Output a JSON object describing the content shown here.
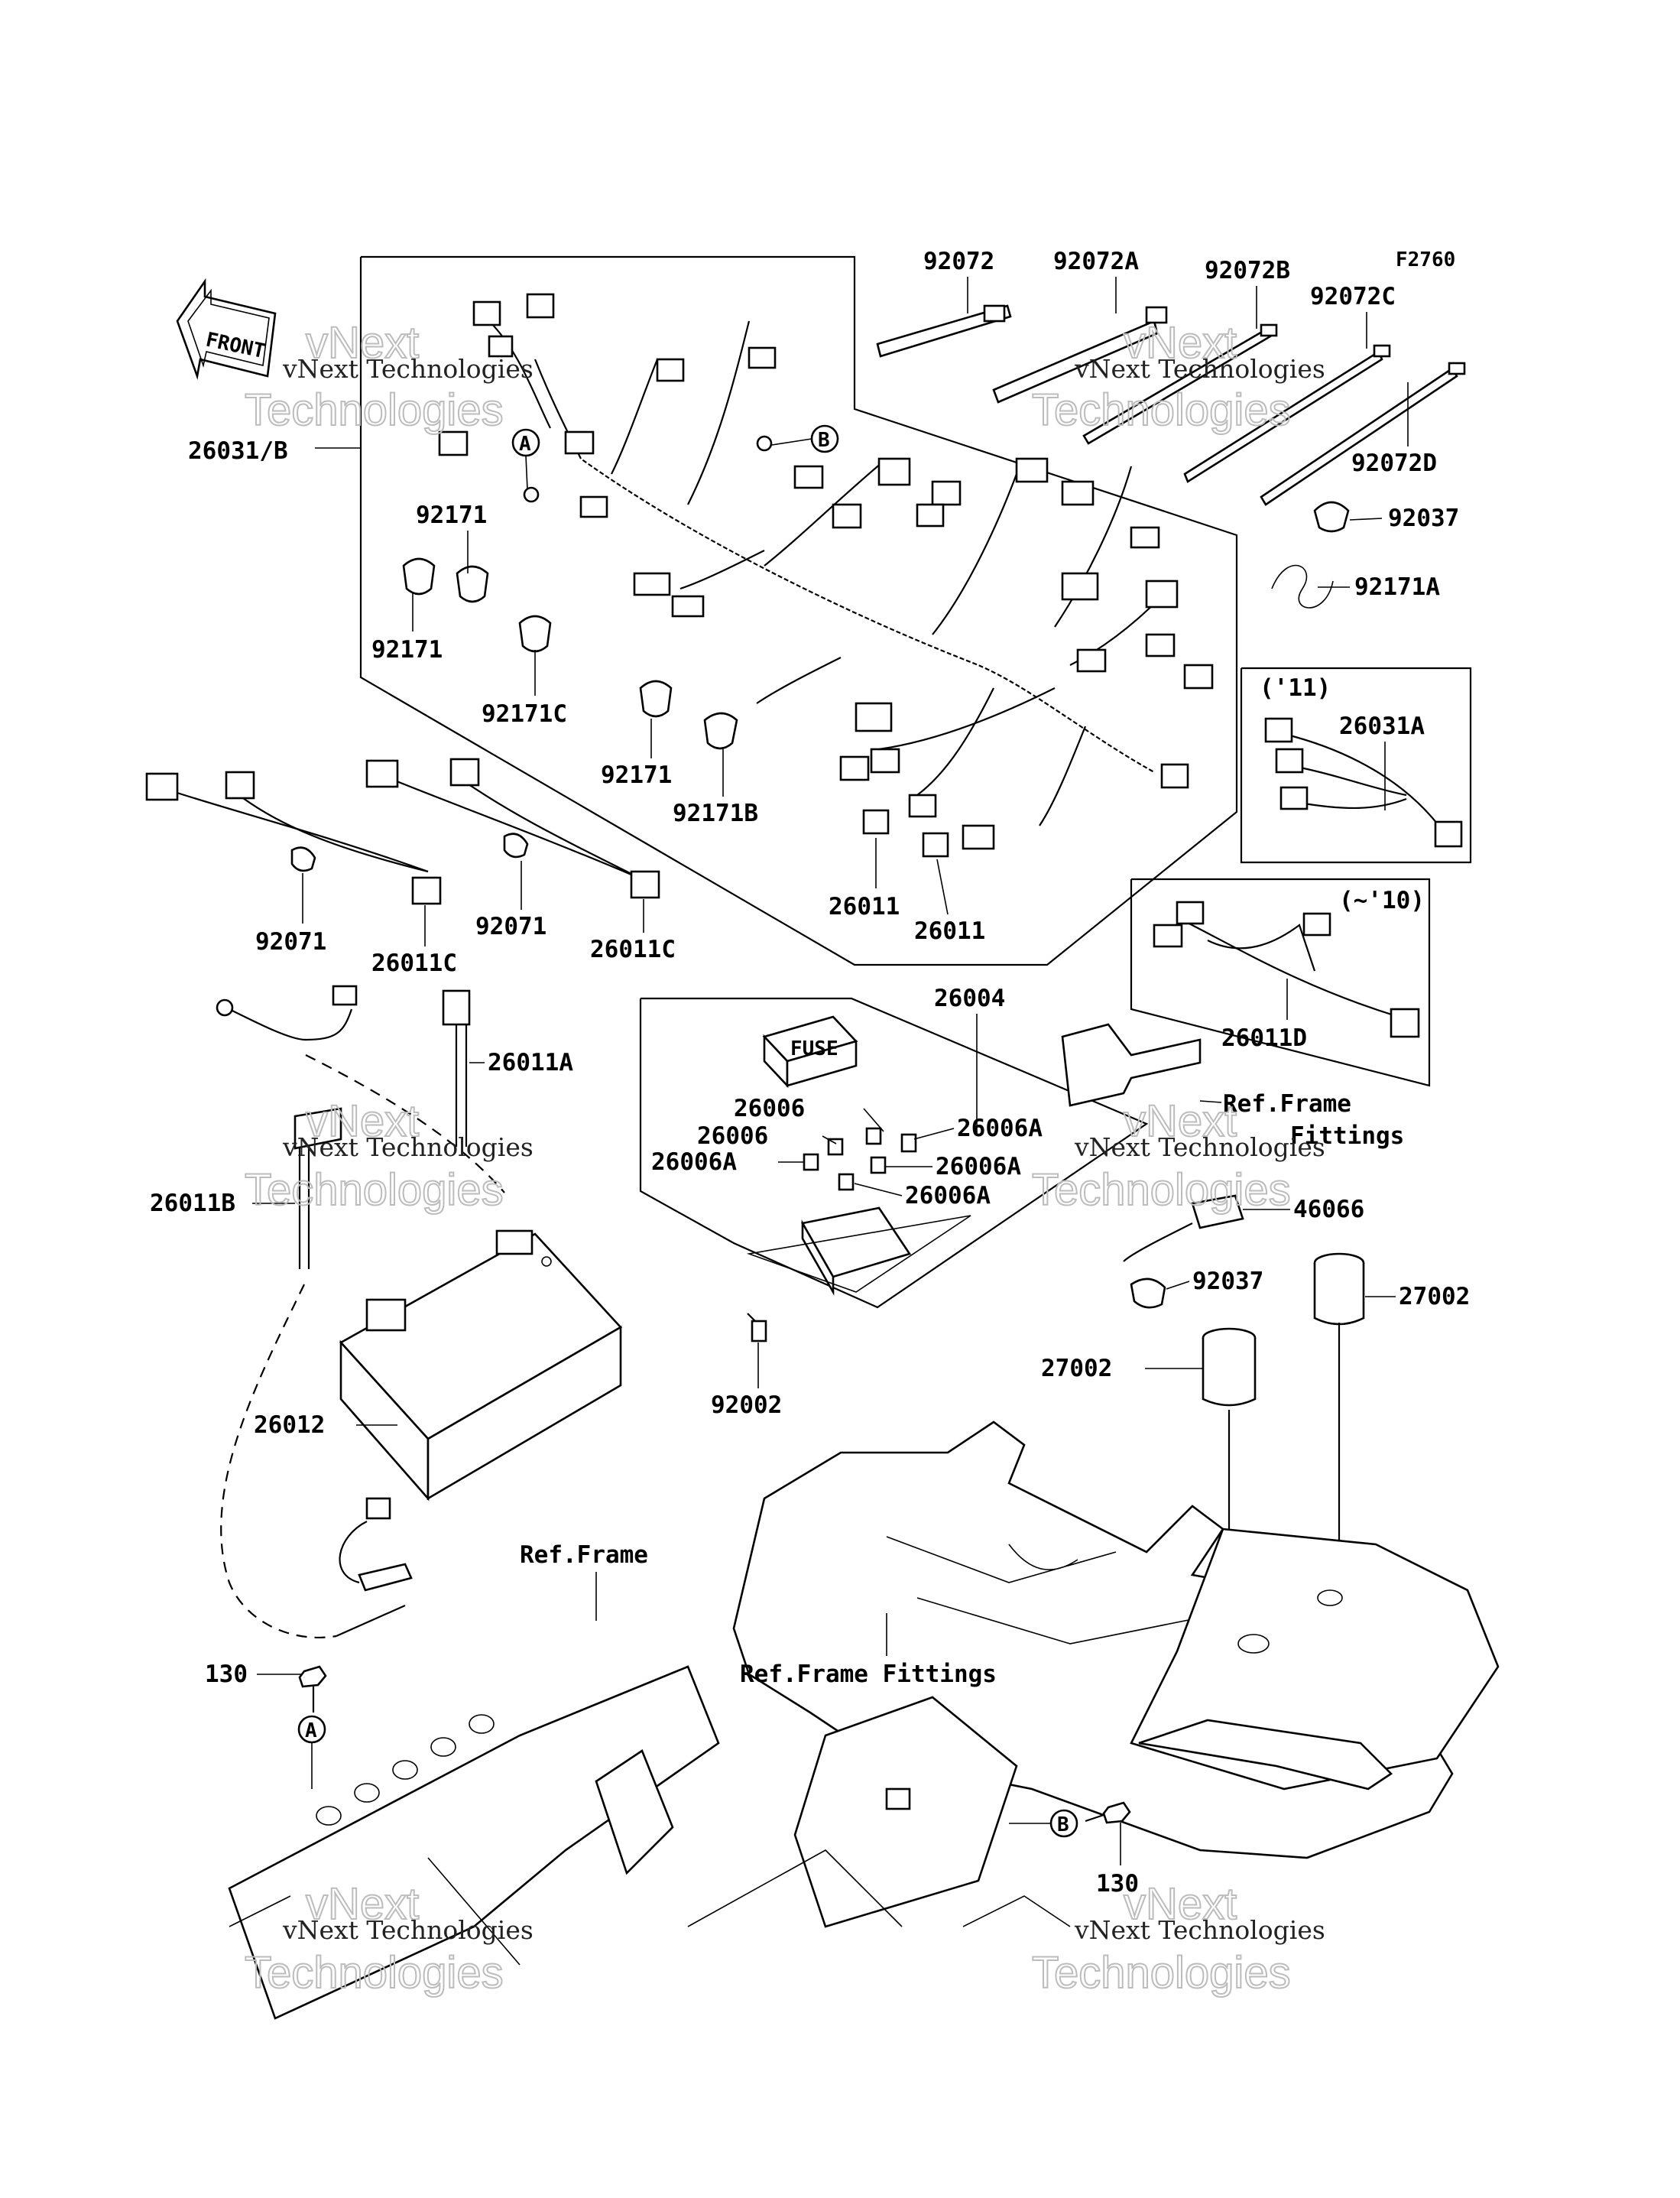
{
  "figure_code": "F2760",
  "direction_badge": "FRONT",
  "watermark": {
    "line1": "vNext Technologies",
    "line2": "vNext",
    "line3": "Technologies"
  },
  "callouts": {
    "A": "A",
    "B": "B"
  },
  "version_tags": {
    "v11": "('11)",
    "v10": "(~'10)"
  },
  "parts": [
    "92072",
    "92072A",
    "92072B",
    "92072C",
    "92072D",
    "26031/B",
    "92037",
    "92171A",
    "92171",
    "92171",
    "92171C",
    "92171",
    "92171B",
    "26031A",
    "26011",
    "26011",
    "92071",
    "26011C",
    "92071",
    "26011C",
    "26011D",
    "26004",
    "26011A",
    "26006",
    "26006",
    "26006A",
    "26006A",
    "26006A",
    "26006A",
    "26011B",
    "46066",
    "92037",
    "27002",
    "27002",
    "92002",
    "26012",
    "130",
    "130"
  ],
  "references": {
    "frame_fittings_1": "Ref.Frame",
    "frame_fittings_2": "Fittings",
    "frame": "Ref.Frame",
    "frame_fittings": "Ref.Frame Fittings"
  },
  "fuse_cover_text": "FUSE"
}
